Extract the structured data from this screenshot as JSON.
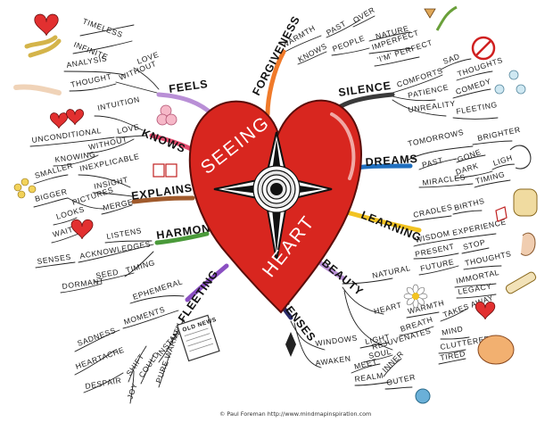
{
  "center": {
    "word1": "SEEING",
    "word2": "HEART",
    "heart_color": "#d8261f"
  },
  "credit": "© Paul Foreman http://www.mindmapinspiration.com",
  "newspaper_text": "OLD NEWS",
  "branches": [
    {
      "label": "FEELS",
      "color": "#b98fd6",
      "words": [
        "TIMELESS",
        "INFINITE",
        "LOVE",
        "ANALYSIS",
        "THOUGHT",
        "WITHOUT"
      ]
    },
    {
      "label": "FORGIVENESS",
      "color": "#f07a2a",
      "words": [
        "WARMTH",
        "KNOWS",
        "PAST",
        "OVER",
        "PEOPLE",
        "NATURE",
        "IMPERFECT",
        "'I'M' PERFECT"
      ]
    },
    {
      "label": "SILENCE",
      "color": "#3a3a3a",
      "words": [
        "COMFORTS",
        "SAD",
        "THOUGHTS",
        "PATIENCE",
        "COMEDY",
        "UNREALITY",
        "FLEETING"
      ]
    },
    {
      "label": "KNOWS",
      "color": "#e34b6e",
      "words": [
        "INTUITION",
        "LOVE",
        "UNCONDITIONAL",
        "WITHOUT",
        "KNOWING"
      ]
    },
    {
      "label": "DREAMS",
      "color": "#1f6fbf",
      "words": [
        "TOMORROWS",
        "BRIGHTER",
        "PAST",
        "GONE",
        "DARK",
        "LIGHT",
        "MIRACLES",
        "TIMING"
      ]
    },
    {
      "label": "EXPLAINS",
      "color": "#a05a2c",
      "words": [
        "SMALLER",
        "BIGGER",
        "PICTURES",
        "INEXPLICABLE",
        "INSIGHT",
        "MERGE"
      ]
    },
    {
      "label": "LEARNING",
      "color": "#f2c322",
      "words": [
        "CRADLES",
        "BIRTHS",
        "WISDOM",
        "EXPERIENCE",
        "PRESENT",
        "STOP",
        "THOUGHTS",
        "FUTURE",
        "IMMORTAL",
        "LEGACY"
      ]
    },
    {
      "label": "HARMONY",
      "color": "#4a9a3a",
      "words": [
        "LOOKS",
        "WAITS",
        "LISTENS",
        "ACKNOWLEDGES",
        "SENSES",
        "SEED",
        "DORMANT",
        "TIMING"
      ]
    },
    {
      "label": "BEAUTY",
      "color": "#b98fd6",
      "words": [
        "NATURAL",
        "HEART",
        "WARMTH",
        "TAKES AWAY",
        "BREATH",
        "REJUVENATES",
        "MIND",
        "CLUTTERED",
        "TIRED"
      ]
    },
    {
      "label": "FLEETING",
      "color": "#8a4fc2",
      "words": [
        "EPHEMERAL",
        "MOMENTS",
        "SADNESS",
        "HEARTACHE",
        "INSTANT",
        "SHIFT",
        "COULD",
        "DESPAIR",
        "JOY",
        "PURE WARMTH"
      ]
    },
    {
      "label": "SENSES",
      "color": "#2a2a6a",
      "words": [
        "WINDOWS",
        "LIGHT",
        "SOUL",
        "AWAKEN",
        "MEET",
        "REALM",
        "INNER",
        "OUTER"
      ]
    }
  ]
}
